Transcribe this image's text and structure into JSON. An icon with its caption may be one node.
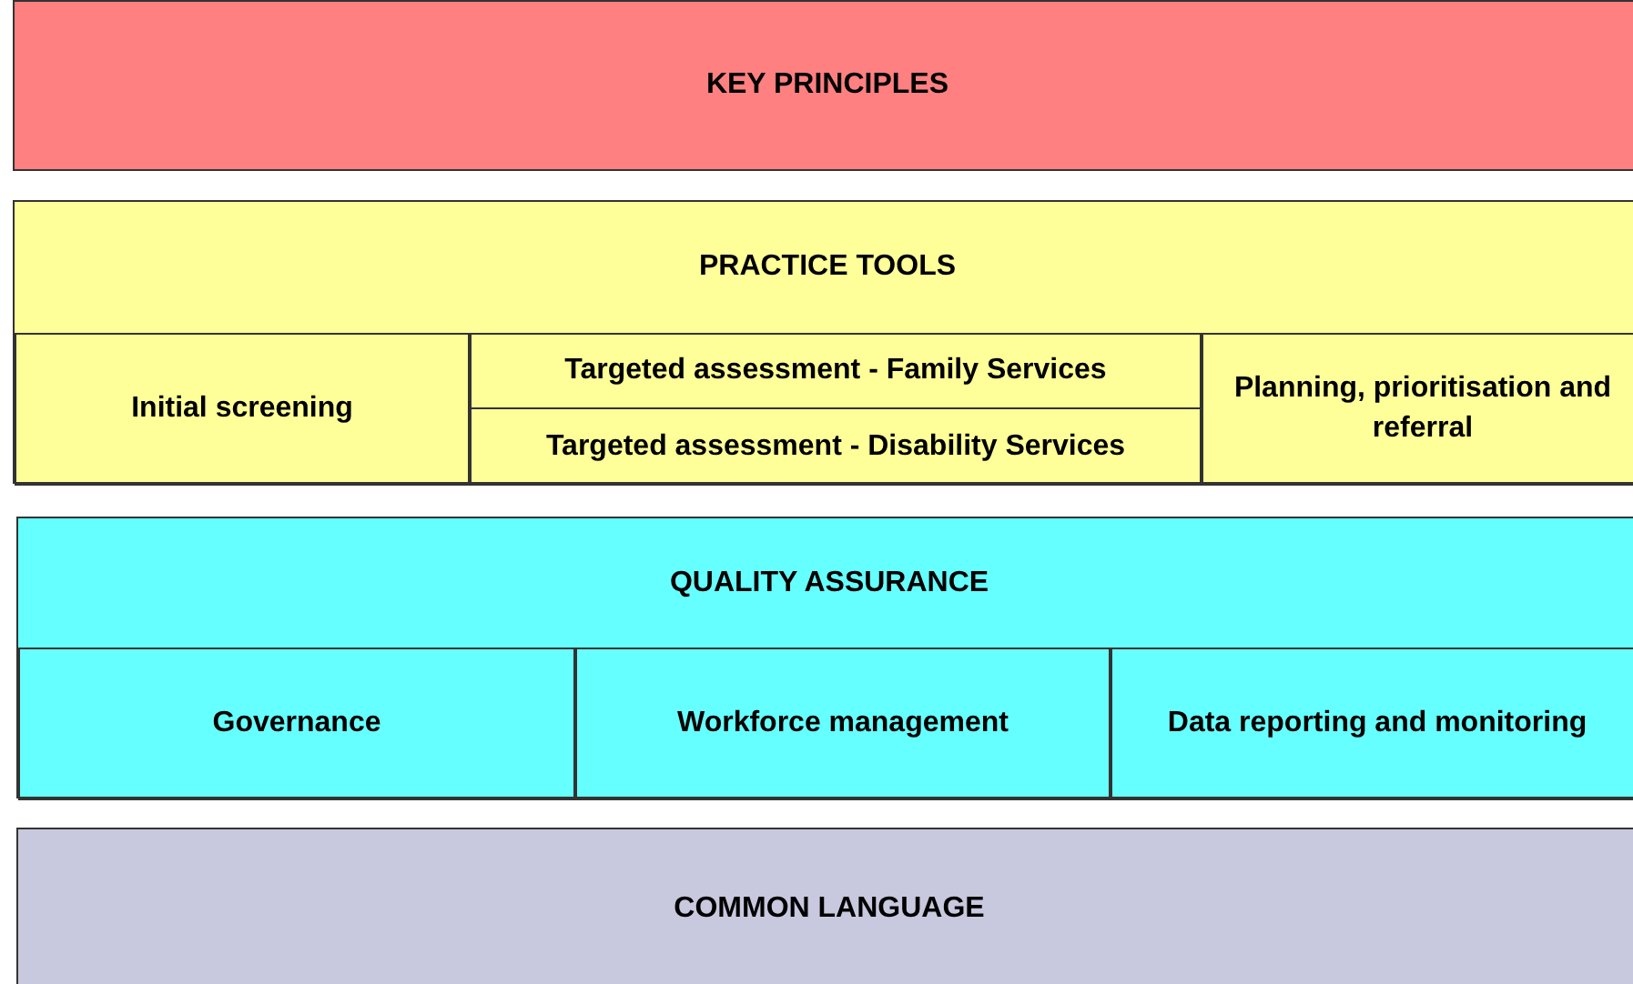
{
  "diagram": {
    "nodes": [
      {
        "text": [
          "KEY PRINCIPLES"
        ]
      },
      {
        "text": [
          "PRACTICE TOOLS"
        ]
      },
      {
        "text": [
          "Initial screening"
        ],
        "in": 1
      },
      {
        "text": [
          "Targeted assessment - Family Services"
        ],
        "in": 1
      },
      {
        "text": [
          "Targeted assessment - Disability Services"
        ],
        "in": 1
      },
      {
        "text": [
          "Planning, prioritisation and referral"
        ],
        "in": 1
      },
      {
        "text": [
          "QUALITY ASSURANCE"
        ]
      },
      {
        "text": [
          "Governance"
        ],
        "in": 6
      },
      {
        "text": [
          "Workforce management"
        ],
        "in": 6
      },
      {
        "text": [
          "Data reporting and monitoring"
        ],
        "in": 6
      },
      {
        "text": [
          "COMMON LANGUAGE"
        ]
      }
    ],
    "edges": []
  }
}
